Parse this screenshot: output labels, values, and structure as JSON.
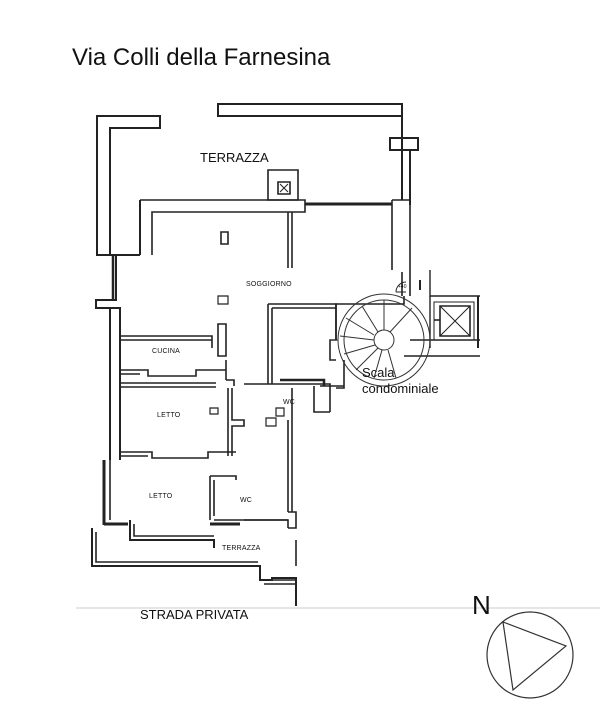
{
  "title": "Via Colli della Farnesina",
  "rooms": {
    "terrazza_top": "TERRAZZA",
    "soggiorno": "SOGGIORNO",
    "cucina": "CUCINA",
    "letto_upper": "LETTO",
    "letto_lower": "LETTO",
    "wc_right": "WC",
    "wc_lower": "WC",
    "terrazza_bottom": "TERRAZZA"
  },
  "stair_label_line1": "Scala",
  "stair_label_line2": "condominiale",
  "street": "STRADA PRIVATA",
  "north": "N",
  "step_marker": "+40"
}
